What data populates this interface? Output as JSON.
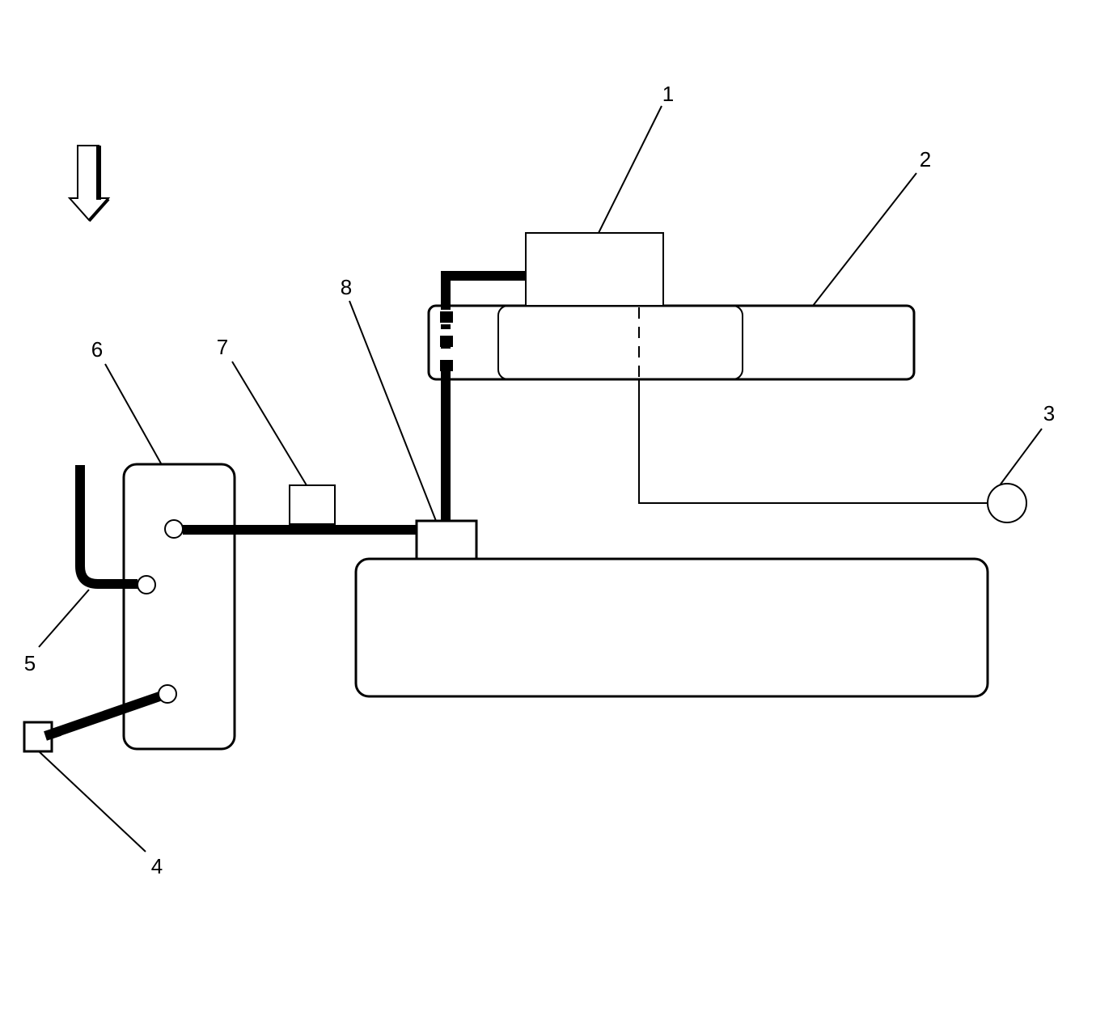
{
  "diagram": {
    "callouts": [
      {
        "id": "1",
        "label": "1"
      },
      {
        "id": "2",
        "label": "2"
      },
      {
        "id": "3",
        "label": "3"
      },
      {
        "id": "4",
        "label": "4"
      },
      {
        "id": "5",
        "label": "5"
      },
      {
        "id": "6",
        "label": "6"
      },
      {
        "id": "7",
        "label": "7"
      },
      {
        "id": "8",
        "label": "8"
      }
    ],
    "colors": {
      "stroke": "#000000",
      "background": "#ffffff"
    },
    "icons": {
      "direction_arrow": "down-arrow-icon"
    }
  }
}
